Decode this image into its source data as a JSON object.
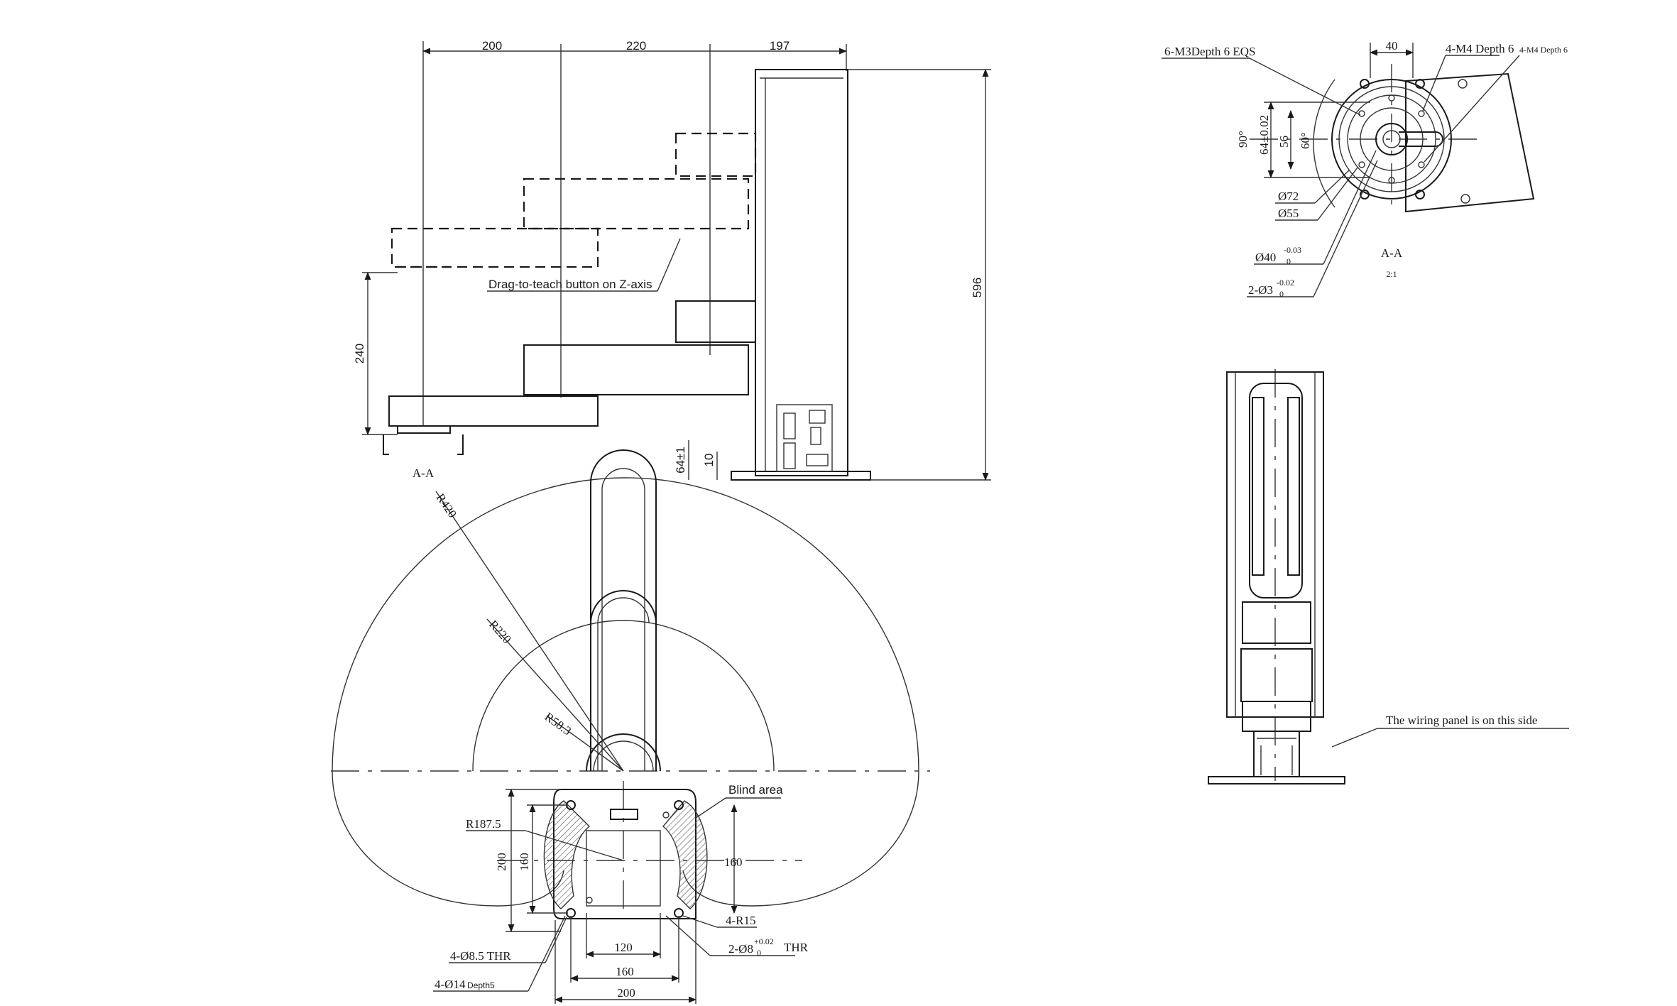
{
  "side_view": {
    "dim_200": "200",
    "dim_220": "220",
    "dim_197": "197",
    "dim_596": "596",
    "dim_240": "240",
    "dim_64": "64±1",
    "dim_10": "10",
    "section_label": "A-A",
    "callout_z_axis": "Drag-to-teach button on Z-axis"
  },
  "top_view": {
    "r420": "R420",
    "r220": "R220",
    "r58": "R58.3",
    "r187": "R187.5",
    "blind_area": "Blind area",
    "dim_200_v": "200",
    "dim_160_v": "160",
    "dim_160_r": "160",
    "dim_120": "120",
    "dim_160_b": "160",
    "dim_200_b": "200",
    "r15": "4-R15",
    "hole_85": "4-Ø8.5 THR",
    "hole_14": "4-Ø14",
    "hole_14_depth": "Depth5",
    "pin_8": "2-Ø8",
    "pin_8_tol": "+0.02",
    "pin_8_tol2": "0",
    "pin_8_thr": "THR"
  },
  "flange_view": {
    "m3": "6-M3Depth 6  EQS",
    "dim_40": "40",
    "m4a": "4-M4 Depth 6",
    "m4b": "4-M4 Depth 6",
    "angle_90": "90°",
    "dim_64": "64±0.02",
    "dim_56": "56",
    "angle_60": "60°",
    "d72": "Ø72",
    "d55": "Ø55",
    "d40": "Ø40",
    "d40_tol": "-0.03",
    "d40_tol2": "0",
    "pin_3": "2-Ø3",
    "pin_3_tol": "-0.02",
    "pin_3_tol2": "0",
    "section": "A-A",
    "scale": "2:1"
  },
  "rear_view": {
    "wiring_note": "The wiring panel is on this side"
  }
}
